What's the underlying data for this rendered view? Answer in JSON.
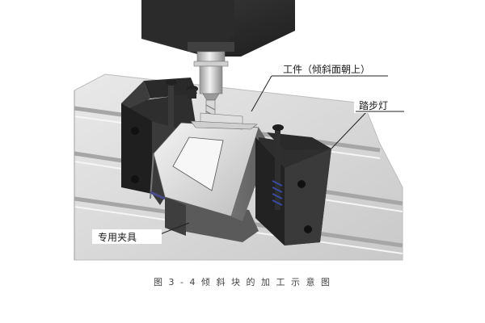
{
  "figure": {
    "labels": {
      "workpiece": "工件（倾斜面朝上）",
      "lamp": "踏步灯",
      "fixture": "专用夹具"
    },
    "caption": "图 3 - 4 倾 斜 块 的 加 工 示 意 图"
  }
}
